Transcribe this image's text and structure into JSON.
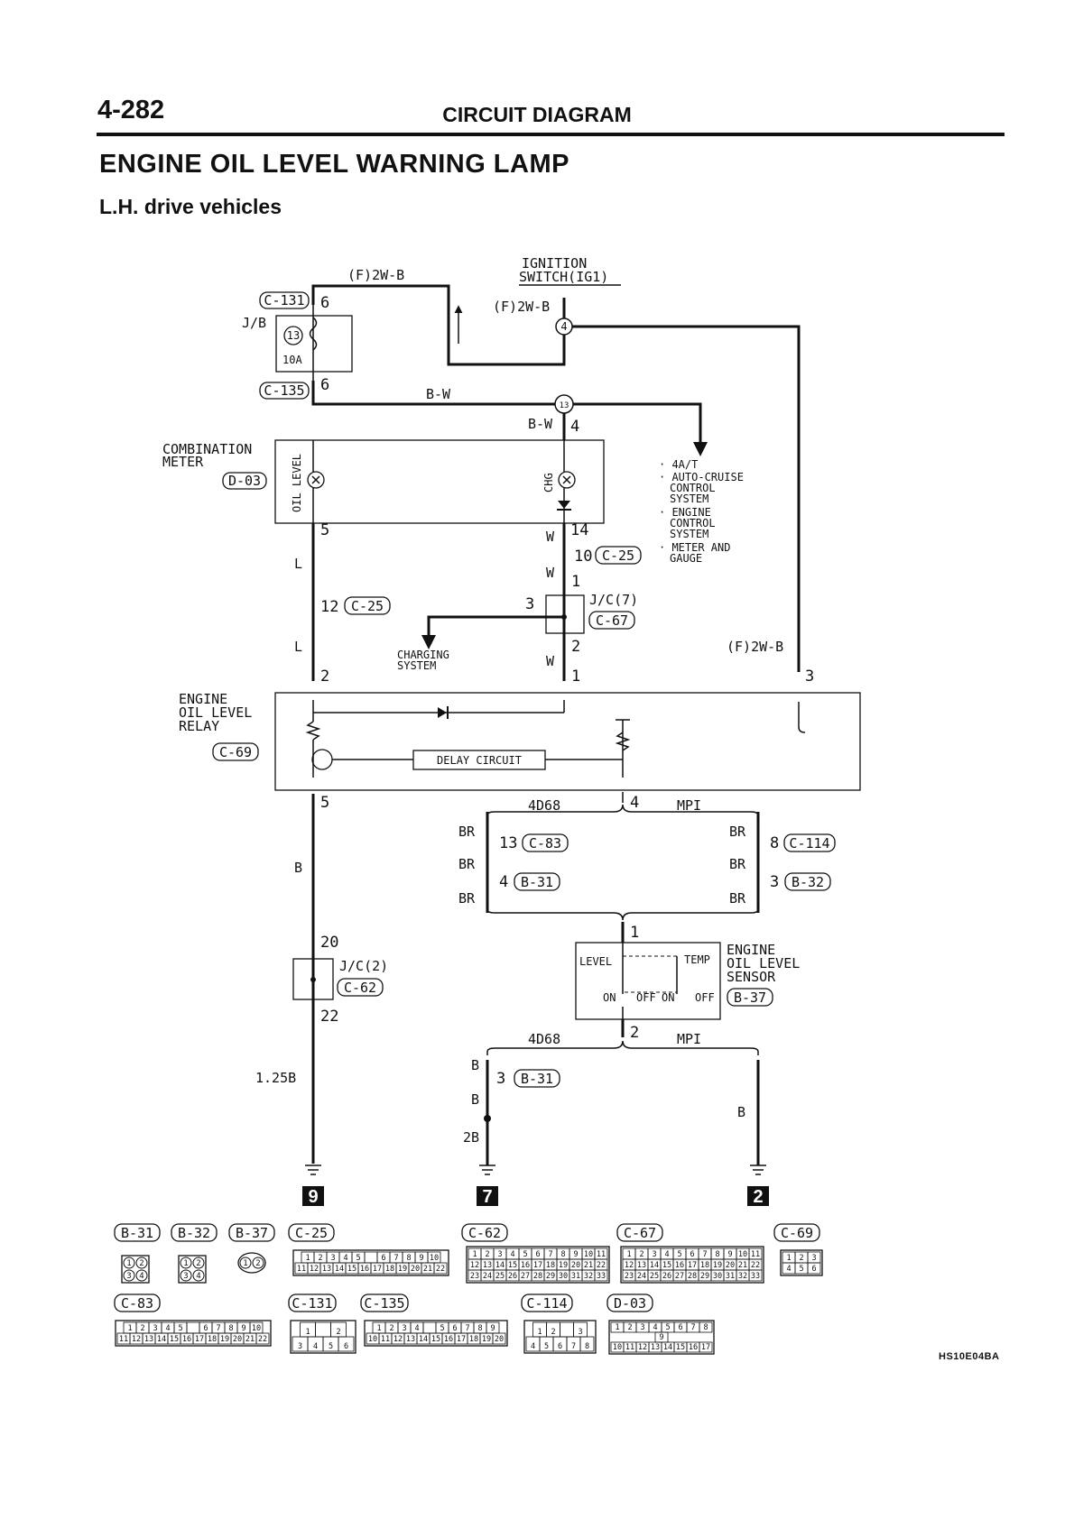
{
  "header": {
    "page_number": "4-282",
    "section": "CIRCUIT DIAGRAM",
    "title": "ENGINE OIL LEVEL WARNING LAMP",
    "subtitle": "L.H. drive vehicles"
  },
  "components": {
    "ignition_switch": [
      "IGNITION",
      "SWITCH(IG1)"
    ],
    "jb": "J/B",
    "fuse_no": "13",
    "fuse_rating": "10A",
    "combination_meter": [
      "COMBINATION",
      "METER"
    ],
    "oil_level_lamp": "OIL LEVEL",
    "chg_lamp": "CHG",
    "relay": [
      "ENGINE",
      "OIL LEVEL",
      "RELAY"
    ],
    "delay_circuit": "DELAY CIRCUIT",
    "jc7": "J/C(7)",
    "jc2": "J/C(2)",
    "charging_system": [
      "CHARGING",
      "SYSTEM"
    ],
    "sensor": [
      "ENGINE",
      "OIL LEVEL",
      "SENSOR"
    ],
    "sensor_level": "LEVEL",
    "sensor_temp": "TEMP",
    "sensor_on": "ON",
    "sensor_off": "OFF"
  },
  "systems_list": [
    [
      "· 4A/T"
    ],
    [
      "· AUTO-CRUISE",
      "CONTROL",
      "SYSTEM"
    ],
    [
      "· ENGINE",
      "CONTROL",
      "SYSTEM"
    ],
    [
      "· METER AND",
      "GAUGE"
    ]
  ],
  "refs": {
    "c131": "C-131",
    "c135": "C-135",
    "d03": "D-03",
    "c25": "C-25",
    "c67": "C-67",
    "c69": "C-69",
    "c83": "C-83",
    "c114": "C-114",
    "b31": "B-31",
    "b32": "B-32",
    "b37": "B-37",
    "c62": "C-62"
  },
  "wires": {
    "f2wb": "(F)2W-B",
    "bw": "B-W",
    "w": "W",
    "l": "L",
    "b": "B",
    "br": "BR",
    "b125": "1.25B",
    "b2": "2B"
  },
  "variants": {
    "engine": "4D68",
    "mpi": "MPI"
  },
  "pins": {
    "p1": "1",
    "p2": "2",
    "p3": "3",
    "p4": "4",
    "p5": "5",
    "p6": "6",
    "p8": "8",
    "p10": "10",
    "p12": "12",
    "p13": "13",
    "p14": "14",
    "p20": "20",
    "p22": "22"
  },
  "grounds": [
    "9",
    "7",
    "2"
  ],
  "connector_table": {
    "b31": {
      "label": "B-31",
      "pins": [
        "1",
        "2",
        "3",
        "4"
      ]
    },
    "b32": {
      "label": "B-32",
      "pins": [
        "1",
        "2",
        "3",
        "4"
      ]
    },
    "b37": {
      "label": "B-37",
      "pins": [
        "1",
        "2"
      ]
    },
    "c25": {
      "label": "C-25",
      "rows": [
        [
          "1",
          "2",
          "3",
          "4",
          "5",
          "",
          "6",
          "7",
          "8",
          "9",
          "10"
        ],
        [
          "11",
          "12",
          "13",
          "14",
          "15",
          "16",
          "17",
          "18",
          "19",
          "20",
          "21",
          "22"
        ]
      ]
    },
    "c62": {
      "label": "C-62",
      "rows": [
        [
          "1",
          "2",
          "3",
          "4",
          "5",
          "6",
          "7",
          "8",
          "9",
          "10",
          "11"
        ],
        [
          "12",
          "13",
          "14",
          "15",
          "16",
          "17",
          "18",
          "19",
          "20",
          "21",
          "22"
        ],
        [
          "23",
          "24",
          "25",
          "26",
          "27",
          "28",
          "29",
          "30",
          "31",
          "32",
          "33"
        ]
      ]
    },
    "c67": {
      "label": "C-67",
      "rows": [
        [
          "1",
          "2",
          "3",
          "4",
          "5",
          "6",
          "7",
          "8",
          "9",
          "10",
          "11"
        ],
        [
          "12",
          "13",
          "14",
          "15",
          "16",
          "17",
          "18",
          "19",
          "20",
          "21",
          "22"
        ],
        [
          "23",
          "24",
          "25",
          "26",
          "27",
          "28",
          "29",
          "30",
          "31",
          "32",
          "33"
        ]
      ]
    },
    "c69": {
      "label": "C-69",
      "rows": [
        [
          "1",
          "2",
          "3"
        ],
        [
          "4",
          "5",
          "6"
        ]
      ]
    },
    "c83": {
      "label": "C-83",
      "rows": [
        [
          "1",
          "2",
          "3",
          "4",
          "5",
          "",
          "6",
          "7",
          "8",
          "9",
          "10"
        ],
        [
          "11",
          "12",
          "13",
          "14",
          "15",
          "16",
          "17",
          "18",
          "19",
          "20",
          "21",
          "22"
        ]
      ]
    },
    "c131": {
      "label": "C-131",
      "rows": [
        [
          "1",
          "",
          "2"
        ],
        [
          "3",
          "4",
          "5",
          "6"
        ]
      ]
    },
    "c135": {
      "label": "C-135",
      "rows": [
        [
          "1",
          "2",
          "3",
          "4",
          "",
          "5",
          "6",
          "7",
          "8",
          "9"
        ],
        [
          "10",
          "11",
          "12",
          "13",
          "14",
          "15",
          "16",
          "17",
          "18",
          "19",
          "20"
        ]
      ]
    },
    "c114": {
      "label": "C-114",
      "rows": [
        [
          "1",
          "2",
          "",
          "3"
        ],
        [
          "4",
          "5",
          "6",
          "7",
          "8"
        ]
      ]
    },
    "d03": {
      "label": "D-03",
      "rows": [
        [
          "1",
          "2",
          "3",
          "4",
          "5",
          "6",
          "7",
          "8"
        ],
        [
          "9"
        ],
        [
          "10",
          "11",
          "12",
          "13",
          "14",
          "15",
          "16",
          "17"
        ]
      ]
    }
  },
  "image_code": "HS10E04BA"
}
